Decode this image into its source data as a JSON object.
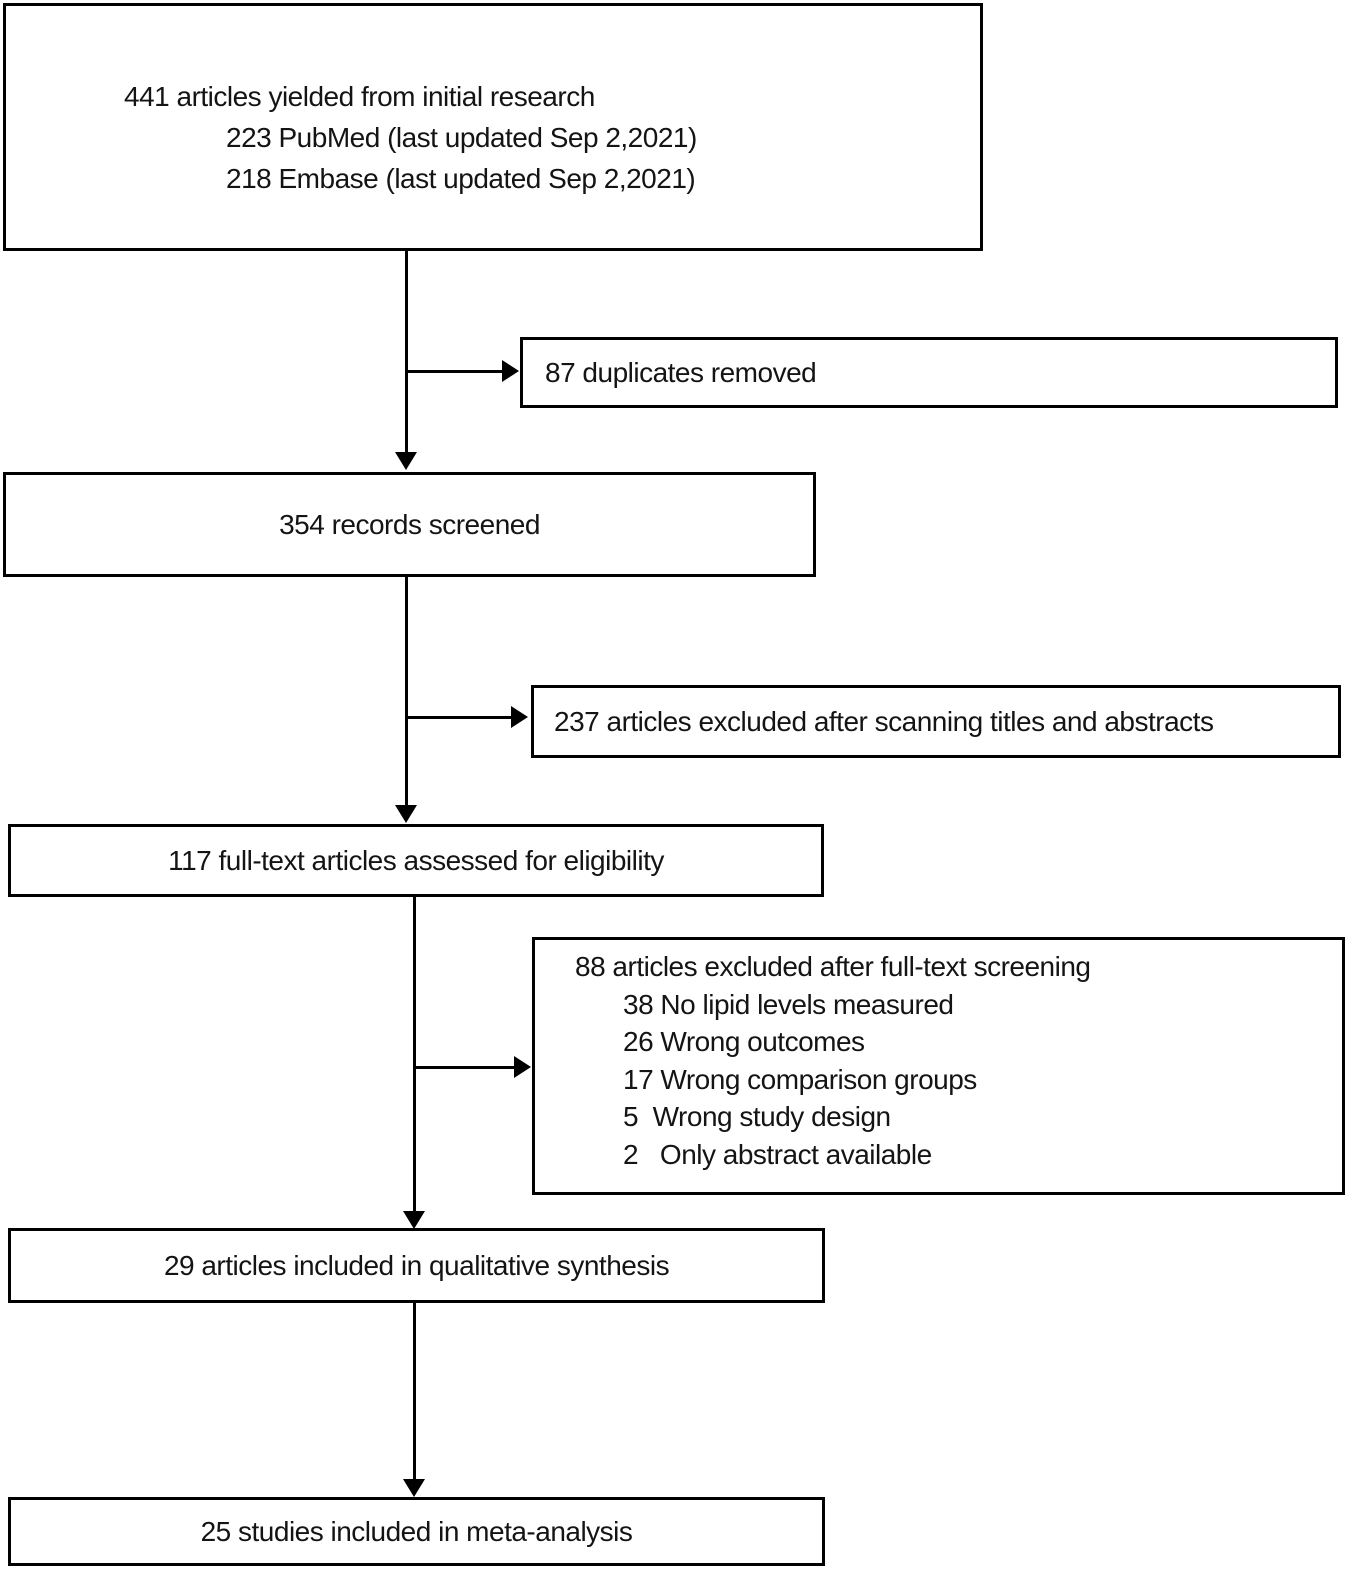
{
  "figure": {
    "kind": "prisma-flow-diagram",
    "background_color": "#ffffff",
    "border_color": "#000000",
    "text_color": "#141414"
  },
  "boxes": {
    "initial": {
      "line1": "441 articles yielded from initial research",
      "line2": "223 PubMed (last updated Sep 2,2021)",
      "line3": "218 Embase (last updated Sep 2,2021)"
    },
    "duplicates": {
      "label": "87 duplicates removed"
    },
    "screened": {
      "label": "354 records screened"
    },
    "excluded_abstracts": {
      "label": "237 articles excluded after scanning titles and abstracts"
    },
    "fulltext": {
      "label": "117 full-text articles assessed for eligibility"
    },
    "excluded_fulltext": {
      "title": "88 articles excluded after full-text screening",
      "reasons": [
        "38 No lipid levels measured",
        "26 Wrong outcomes",
        "17 Wrong comparison groups",
        "5  Wrong study design",
        "2   Only abstract available"
      ]
    },
    "qualitative": {
      "label": "29 articles included in qualitative synthesis"
    },
    "meta": {
      "label": "25 studies included in meta-analysis"
    }
  }
}
